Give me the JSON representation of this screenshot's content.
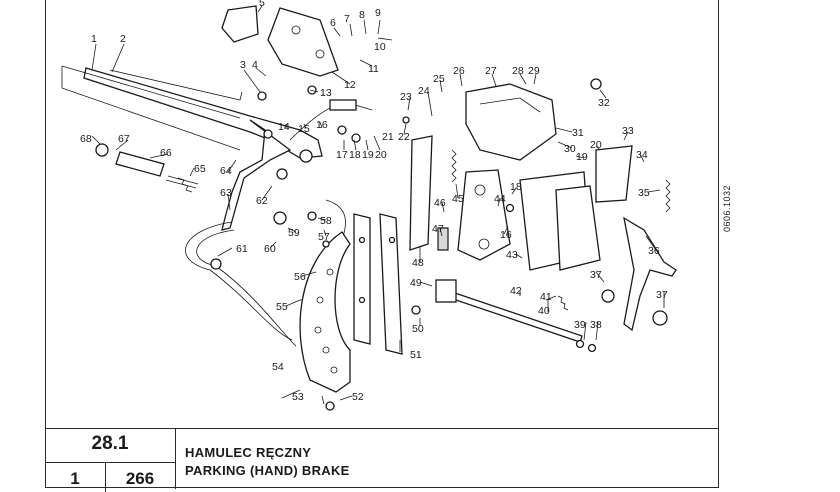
{
  "title_block": {
    "section": "28.1",
    "sheet_left": "1",
    "sheet_right": "266",
    "title_pl": "HAMULEC RĘCZNY",
    "title_en": "PARKING (HAND) BRAKE"
  },
  "drawing_code": "0606.1032",
  "callouts": [
    "1",
    "2",
    "3",
    "4",
    "5",
    "6",
    "7",
    "8",
    "9",
    "10",
    "11",
    "12",
    "13",
    "14",
    "15",
    "16",
    "17",
    "18",
    "19",
    "20",
    "21",
    "22",
    "23",
    "24",
    "25",
    "26",
    "27",
    "28",
    "29",
    "30",
    "31",
    "32",
    "33",
    "34",
    "35",
    "36",
    "37",
    "38",
    "39",
    "40",
    "41",
    "42",
    "43",
    "44",
    "45",
    "46",
    "47",
    "48",
    "49",
    "50",
    "51",
    "52",
    "53",
    "54",
    "55",
    "56",
    "57",
    "58",
    "59",
    "60",
    "61",
    "62",
    "63",
    "64",
    "65",
    "66",
    "67",
    "68"
  ],
  "callouts_duplicate": [
    "16",
    "18",
    "20",
    "37",
    "45"
  ]
}
